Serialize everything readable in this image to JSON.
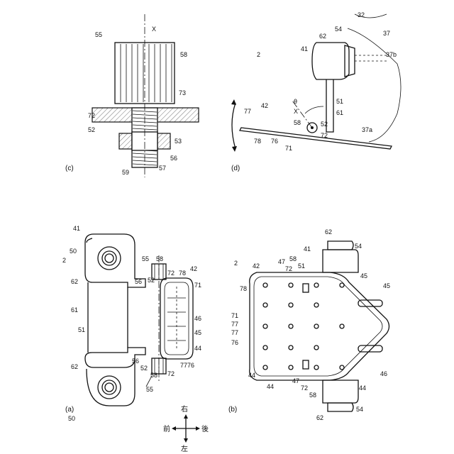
{
  "panels": {
    "a": {
      "label": "(a)"
    },
    "b": {
      "label": "(b)"
    },
    "c": {
      "label": "(c)"
    },
    "d": {
      "label": "(d)"
    }
  },
  "directions": {
    "front": "前",
    "rear": "後",
    "left": "左",
    "right": "右"
  },
  "refs": {
    "r2": "2",
    "r32": "32",
    "r37": "37",
    "r37a": "37a",
    "r37b": "37b",
    "r41": "41",
    "r42": "42",
    "r44": "44",
    "r45": "45",
    "r46": "46",
    "r47": "47",
    "r50": "50",
    "r51": "51",
    "r52": "52",
    "r53": "53",
    "r54": "54",
    "r55": "55",
    "r56": "56",
    "r57": "57",
    "r58": "58",
    "r59": "59",
    "r61": "61",
    "r62": "62",
    "r71": "71",
    "r72": "72",
    "r73": "73",
    "r76": "76",
    "r77": "77",
    "r78": "78",
    "x": "X",
    "theta": "θ"
  }
}
